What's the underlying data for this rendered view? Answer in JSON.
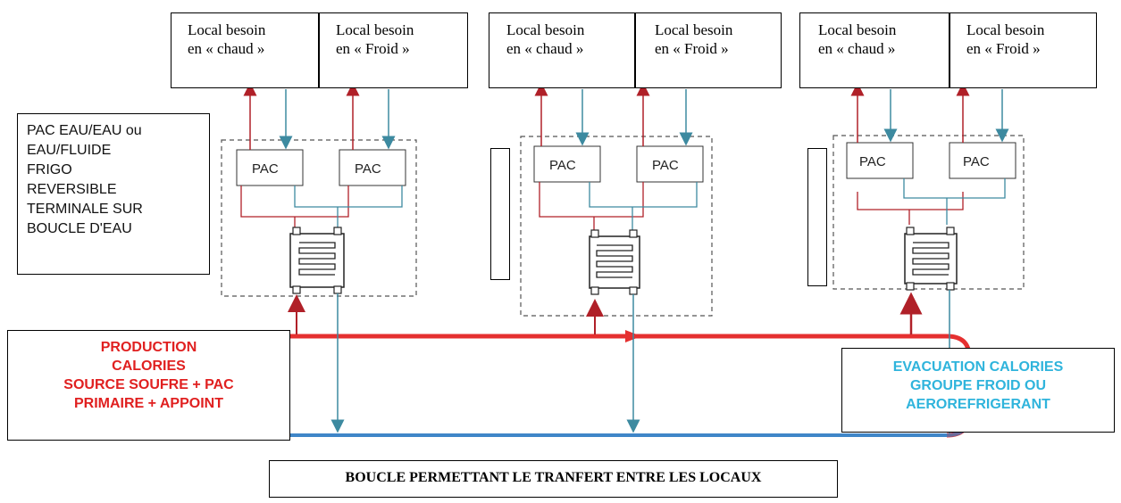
{
  "locals": [
    {
      "hot_line1": "Local besoin",
      "hot_line2": "en « chaud »",
      "cold_line1": "Local besoin",
      "cold_line2": "en « Froid »"
    },
    {
      "hot_line1": "Local besoin",
      "hot_line2": "en « chaud »",
      "cold_line1": "Local besoin",
      "cold_line2": "en « Froid »"
    },
    {
      "hot_line1": "Local besoin",
      "hot_line2": "en « chaud »",
      "cold_line1": "Local besoin",
      "cold_line2": "en « Froid »"
    }
  ],
  "pac_label": "PAC",
  "legend": {
    "lines": [
      "PAC EAU/EAU ou",
      "EAU/FLUIDE",
      "FRIGO",
      "REVERSIBLE",
      "TERMINALE SUR",
      "BOUCLE D'EAU"
    ]
  },
  "production": {
    "lines": [
      "PRODUCTION",
      "CALORIES",
      "SOURCE SOUFRE + PAC",
      "PRIMAIRE + APPOINT"
    ]
  },
  "evacuation": {
    "lines": [
      "EVACUATION CALORIES",
      "GROUPE FROID OU",
      "AEROREFRIGERANT"
    ]
  },
  "loop_caption": "BOUCLE PERMETTANT LE TRANFERT ENTRE LES LOCAUX",
  "colors": {
    "hot": "#c0282d",
    "cold": "#3d8aa0",
    "hot_main": "#e53030",
    "cold_main": "#3f86c8",
    "dashed": "#555555"
  }
}
